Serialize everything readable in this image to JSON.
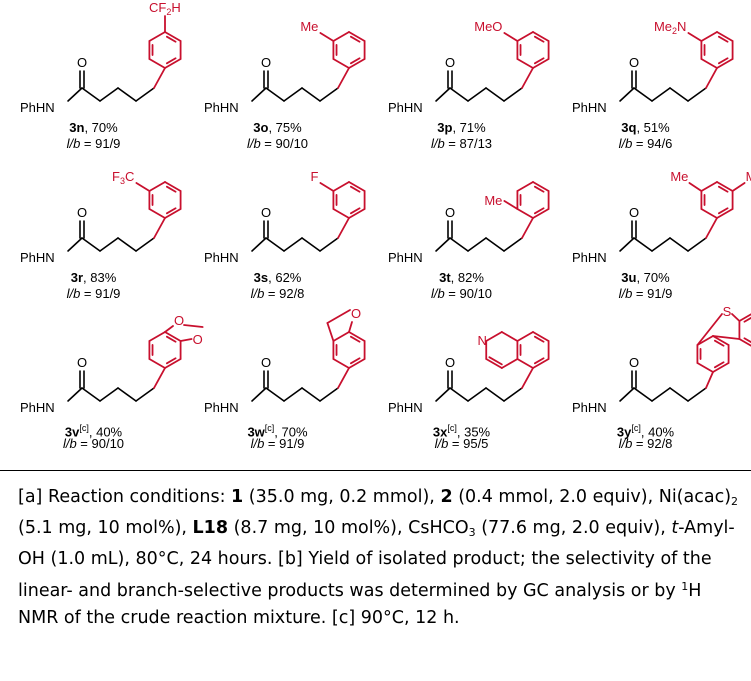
{
  "compounds": [
    {
      "id": "3n",
      "yield": "70%",
      "lb": "91/9",
      "ring": "benzene",
      "sub": "CF2H",
      "pos": "para"
    },
    {
      "id": "3o",
      "yield": "75%",
      "lb": "90/10",
      "ring": "benzene",
      "sub": "Me",
      "pos": "meta"
    },
    {
      "id": "3p",
      "yield": "71%",
      "lb": "87/13",
      "ring": "benzene",
      "sub": "MeO",
      "pos": "meta"
    },
    {
      "id": "3q",
      "yield": "51%",
      "lb": "94/6",
      "ring": "benzene",
      "sub": "Me2N",
      "pos": "meta"
    },
    {
      "id": "3r",
      "yield": "83%",
      "lb": "91/9",
      "ring": "benzene",
      "sub": "F3C",
      "pos": "meta"
    },
    {
      "id": "3s",
      "yield": "62%",
      "lb": "92/8",
      "ring": "benzene",
      "sub": "F",
      "pos": "meta"
    },
    {
      "id": "3t",
      "yield": "82%",
      "lb": "90/10",
      "ring": "benzene",
      "sub": "Me",
      "pos": "ortho"
    },
    {
      "id": "3u",
      "yield": "70%",
      "lb": "91/9",
      "ring": "benzene",
      "sub": "Me",
      "pos": "di-meta"
    },
    {
      "id": "3v",
      "sup": "[c]",
      "yield": "40%",
      "lb": "90/10",
      "ring": "benzodioxole"
    },
    {
      "id": "3w",
      "sup": "[c]",
      "yield": "70%",
      "lb": "91/9",
      "ring": "benzofuran"
    },
    {
      "id": "3x",
      "sup": "[c]",
      "yield": "35%",
      "lb": "95/5",
      "ring": "quinoline"
    },
    {
      "id": "3y",
      "sup": "[c]",
      "yield": "40%",
      "lb": "92/8",
      "ring": "dibenzothiophene"
    }
  ],
  "labels": {
    "amide": "PhHN",
    "oxygen": "O",
    "nitrogen": "N",
    "sulfur": "S",
    "ratio_label": "l/b = ",
    "cf2h": "CF2H",
    "me": "Me",
    "meo": "MeO",
    "me2n": "Me2N",
    "f3c": "F3C",
    "f": "F"
  },
  "footnote": {
    "a_tag": "[a]",
    "a_text_1": "Reaction conditions: ",
    "c1": "1",
    "a_text_2": " (35.0 mg, 0.2 mmol), ",
    "c2": "2",
    "a_text_3": " (0.4 mmol, 2.0 equiv), Ni(acac)",
    "a_sub2": "2",
    "a_text_4": " (5.1 mg, 10 mol%), ",
    "l18": "L18",
    "a_text_5": " (8.7 mg, 10 mol%), CsHCO",
    "a_sub3": "3",
    "a_text_6": " (77.6 mg, 2.0 equiv), ",
    "t_prefix": "t",
    "a_text_7": "-Amyl-OH (1.0 mL), 80°C, 24 hours.",
    "b_tag": " [b]",
    "b_text_1": " Yield of isolated product; the selectivity of the linear- and branch-selective products was determined by GC analysis or by ",
    "b_sup1": "1",
    "b_text_2": "H NMR of the crude reaction mixture.",
    "c_tag": " [c]",
    "c_text": " 90°C, 12 h."
  }
}
